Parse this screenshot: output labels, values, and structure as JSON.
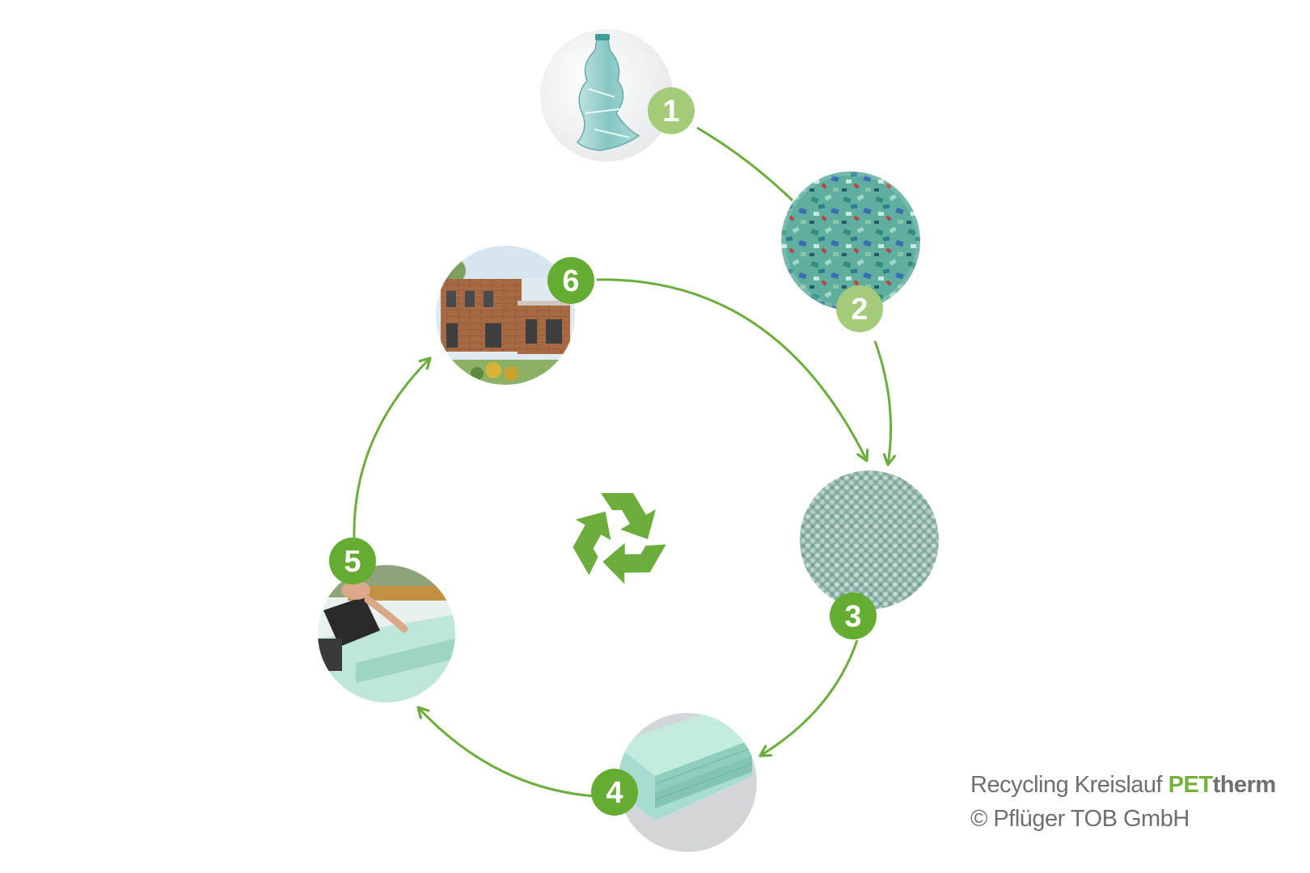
{
  "colors": {
    "arrow": "#6cae3c",
    "badge_light": "#a3cb78",
    "badge_dark": "#64ad32",
    "recycle_symbol": "#6cae3c",
    "caption_text": "#6f6f6f",
    "caption_brand": "#72b23a"
  },
  "steps": [
    {
      "number": "1",
      "image": "crushed-pet-bottle"
    },
    {
      "number": "2",
      "image": "pet-flakes"
    },
    {
      "number": "3",
      "image": "pet-granulate-beads"
    },
    {
      "number": "4",
      "image": "insulation-board-stack"
    },
    {
      "number": "5",
      "image": "worker-laying-insulation-boards"
    },
    {
      "number": "6",
      "image": "insulated-house"
    }
  ],
  "center_icon": "recycle-icon",
  "caption": {
    "line1_prefix": "Recycling Kreislauf ",
    "brand_pet": "PET",
    "brand_therm": "therm",
    "line2": "© Pflüger TOB GmbH"
  }
}
